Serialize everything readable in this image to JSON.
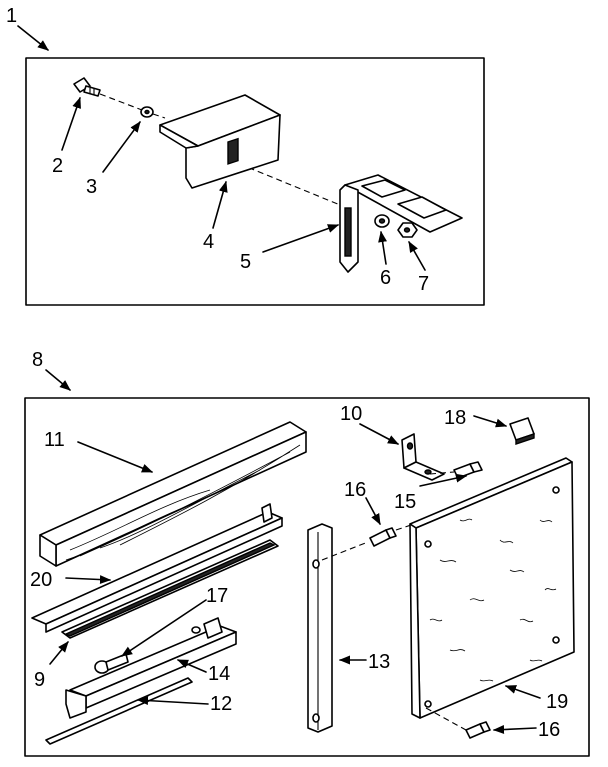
{
  "callouts": {
    "c1": "1",
    "c2": "2",
    "c3": "3",
    "c4": "4",
    "c5": "5",
    "c6": "6",
    "c7": "7",
    "c8": "8",
    "c9": "9",
    "c10": "10",
    "c11": "11",
    "c12": "12",
    "c13": "13",
    "c14": "14",
    "c15": "15",
    "c16a": "16",
    "c16b": "16",
    "c17": "17",
    "c18": "18",
    "c19": "19",
    "c20": "20"
  }
}
